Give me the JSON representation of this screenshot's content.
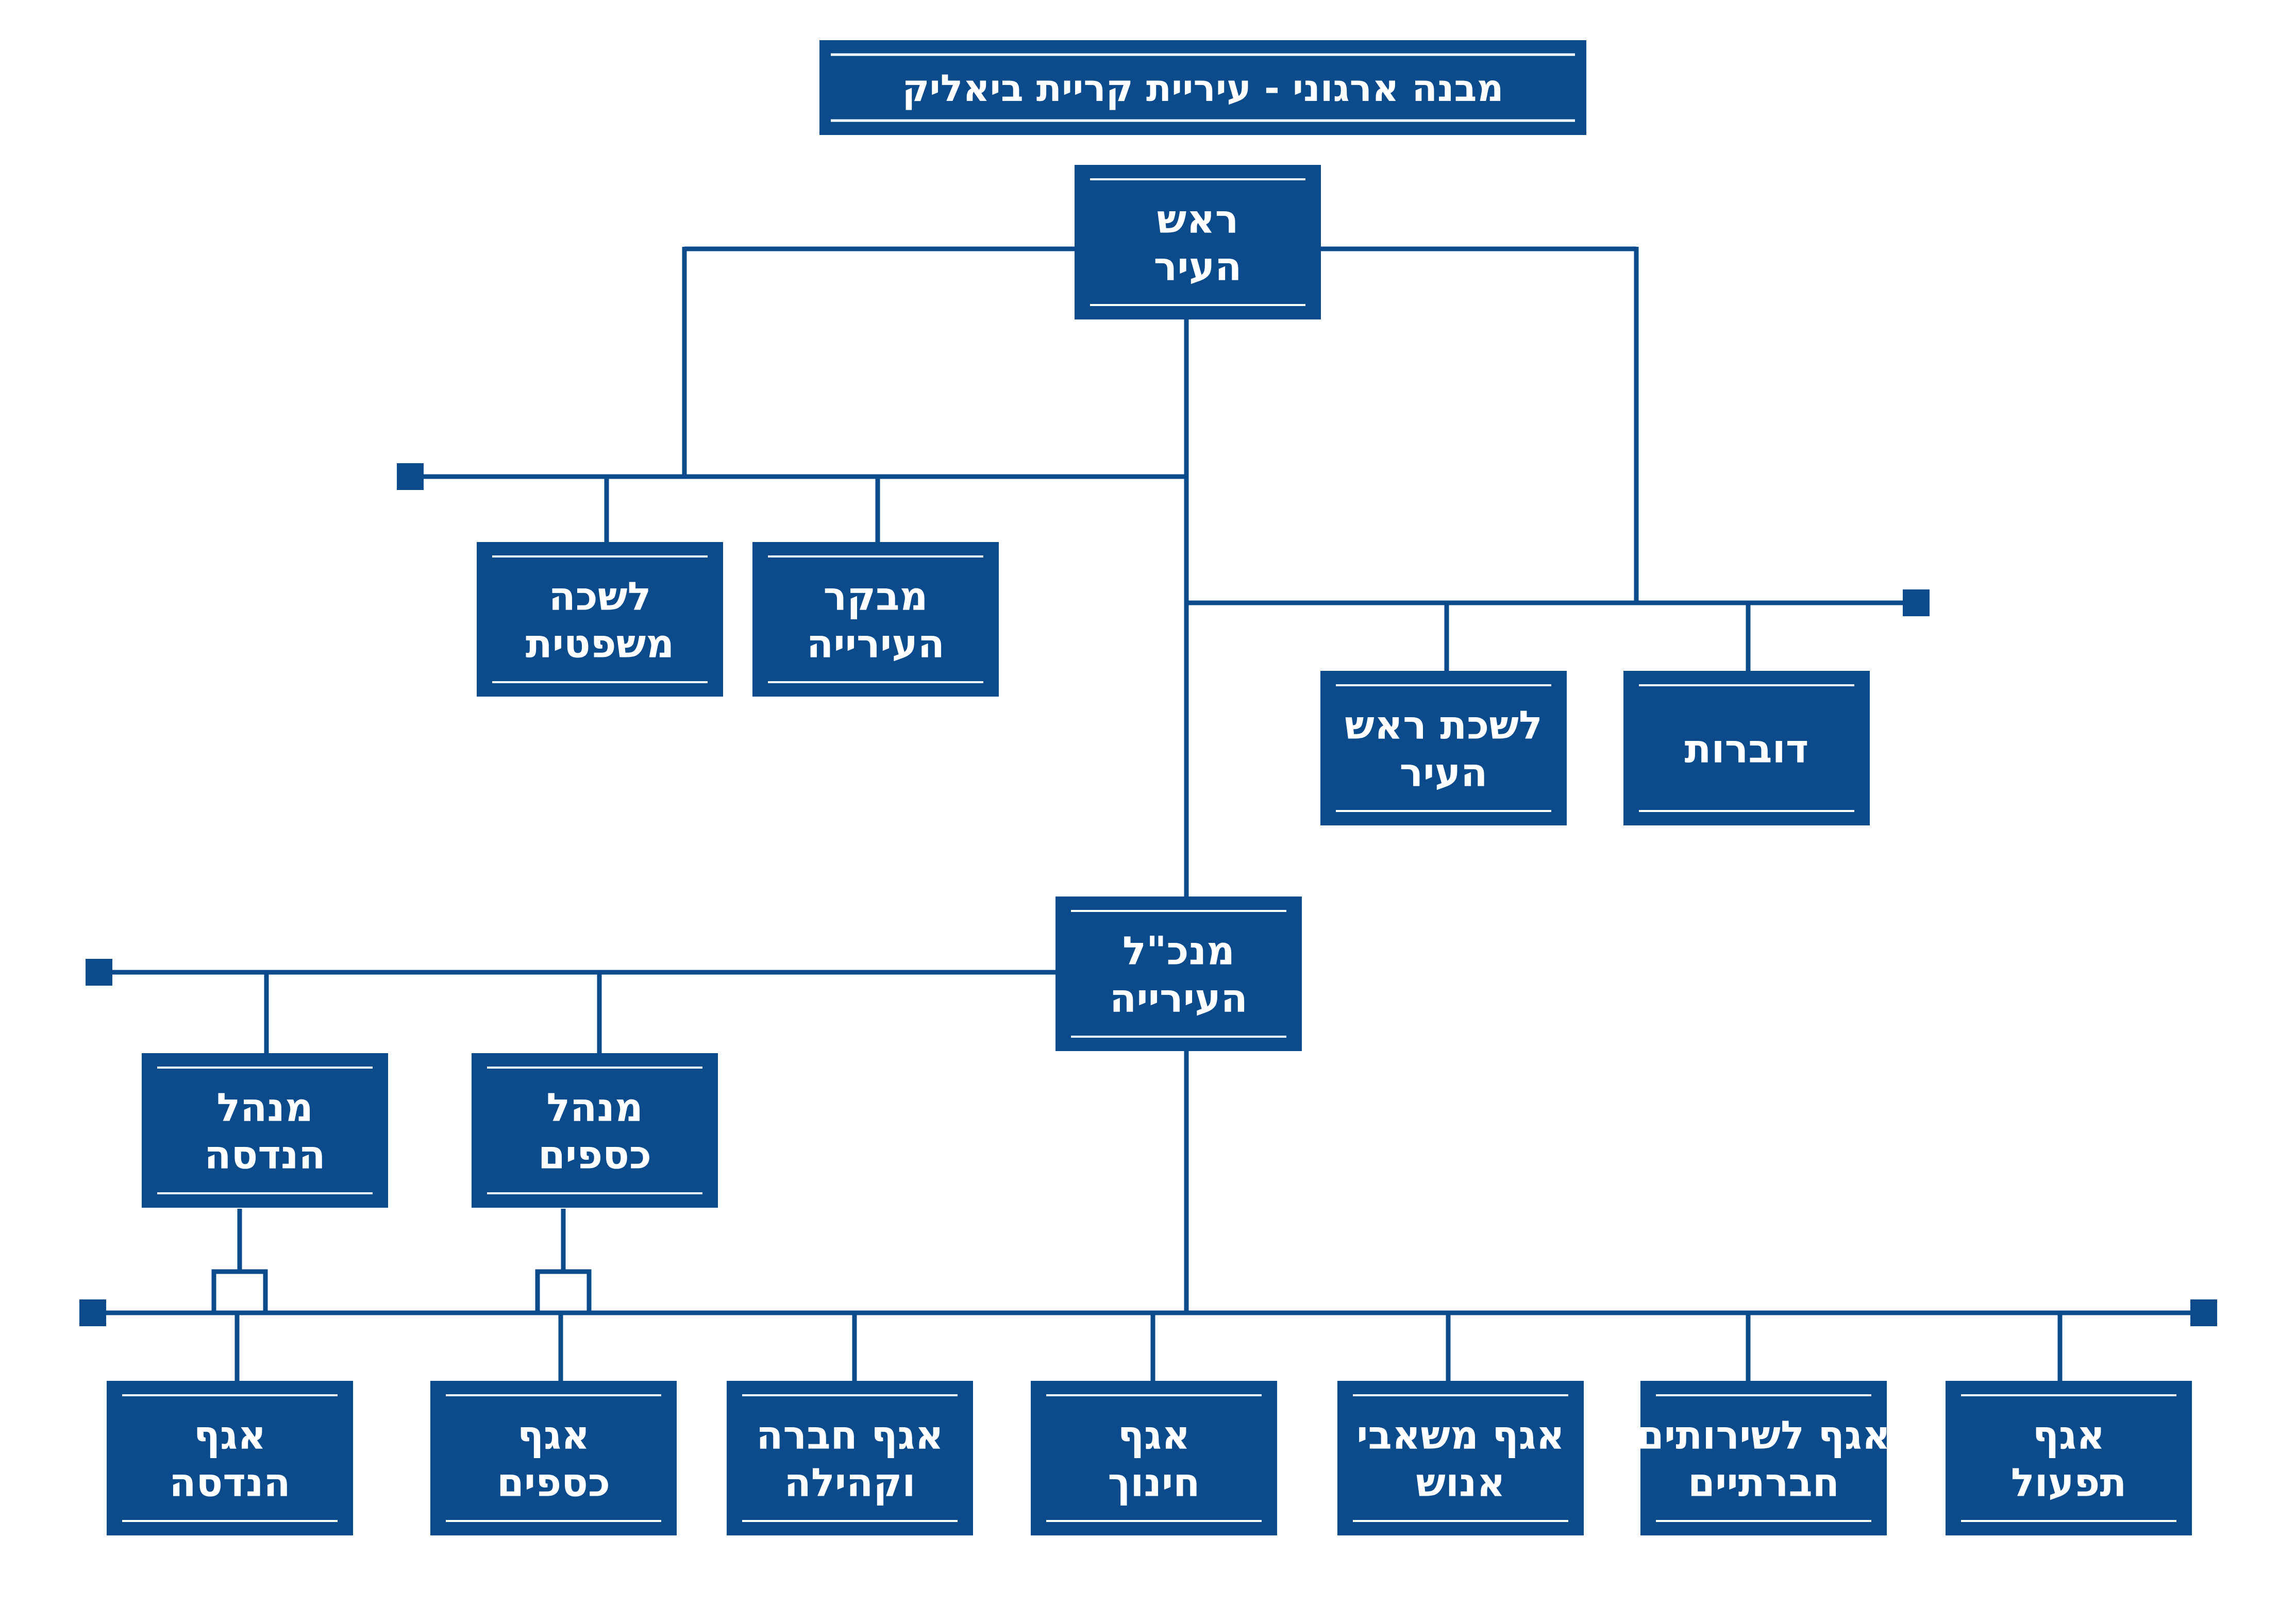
{
  "colors": {
    "primary": "#0b4a8b",
    "box_text": "#ffffff",
    "inner_rule": "#ffffff",
    "background": "#ffffff"
  },
  "title": "מבנה ארגוני - עיריית קריית ביאליק",
  "nodes": {
    "mayor": [
      "ראש",
      "העיר"
    ],
    "legal": [
      "לשכה",
      "משפטית"
    ],
    "auditor": [
      "מבקר",
      "העירייה"
    ],
    "mayor_office": [
      "לשכת ראש",
      "העיר"
    ],
    "spokesperson": [
      "דוברות"
    ],
    "ceo": [
      "מנכ\"ל",
      "העירייה"
    ],
    "eng_admin": [
      "מנהל",
      "הנדסה"
    ],
    "fin_admin": [
      "מנהל",
      "כספים"
    ],
    "dept_eng": [
      "אגף",
      "הנדסה"
    ],
    "dept_fin": [
      "אגף",
      "כספים"
    ],
    "dept_community": [
      "אגף חברה",
      "וקהילה"
    ],
    "dept_education": [
      "אגף",
      "חינוך"
    ],
    "dept_hr": [
      "אגף משאבי",
      "אנוש"
    ],
    "dept_social": [
      "אגף לשירותים",
      "חברתיים"
    ],
    "dept_ops": [
      "אגף",
      "תפעול"
    ]
  }
}
